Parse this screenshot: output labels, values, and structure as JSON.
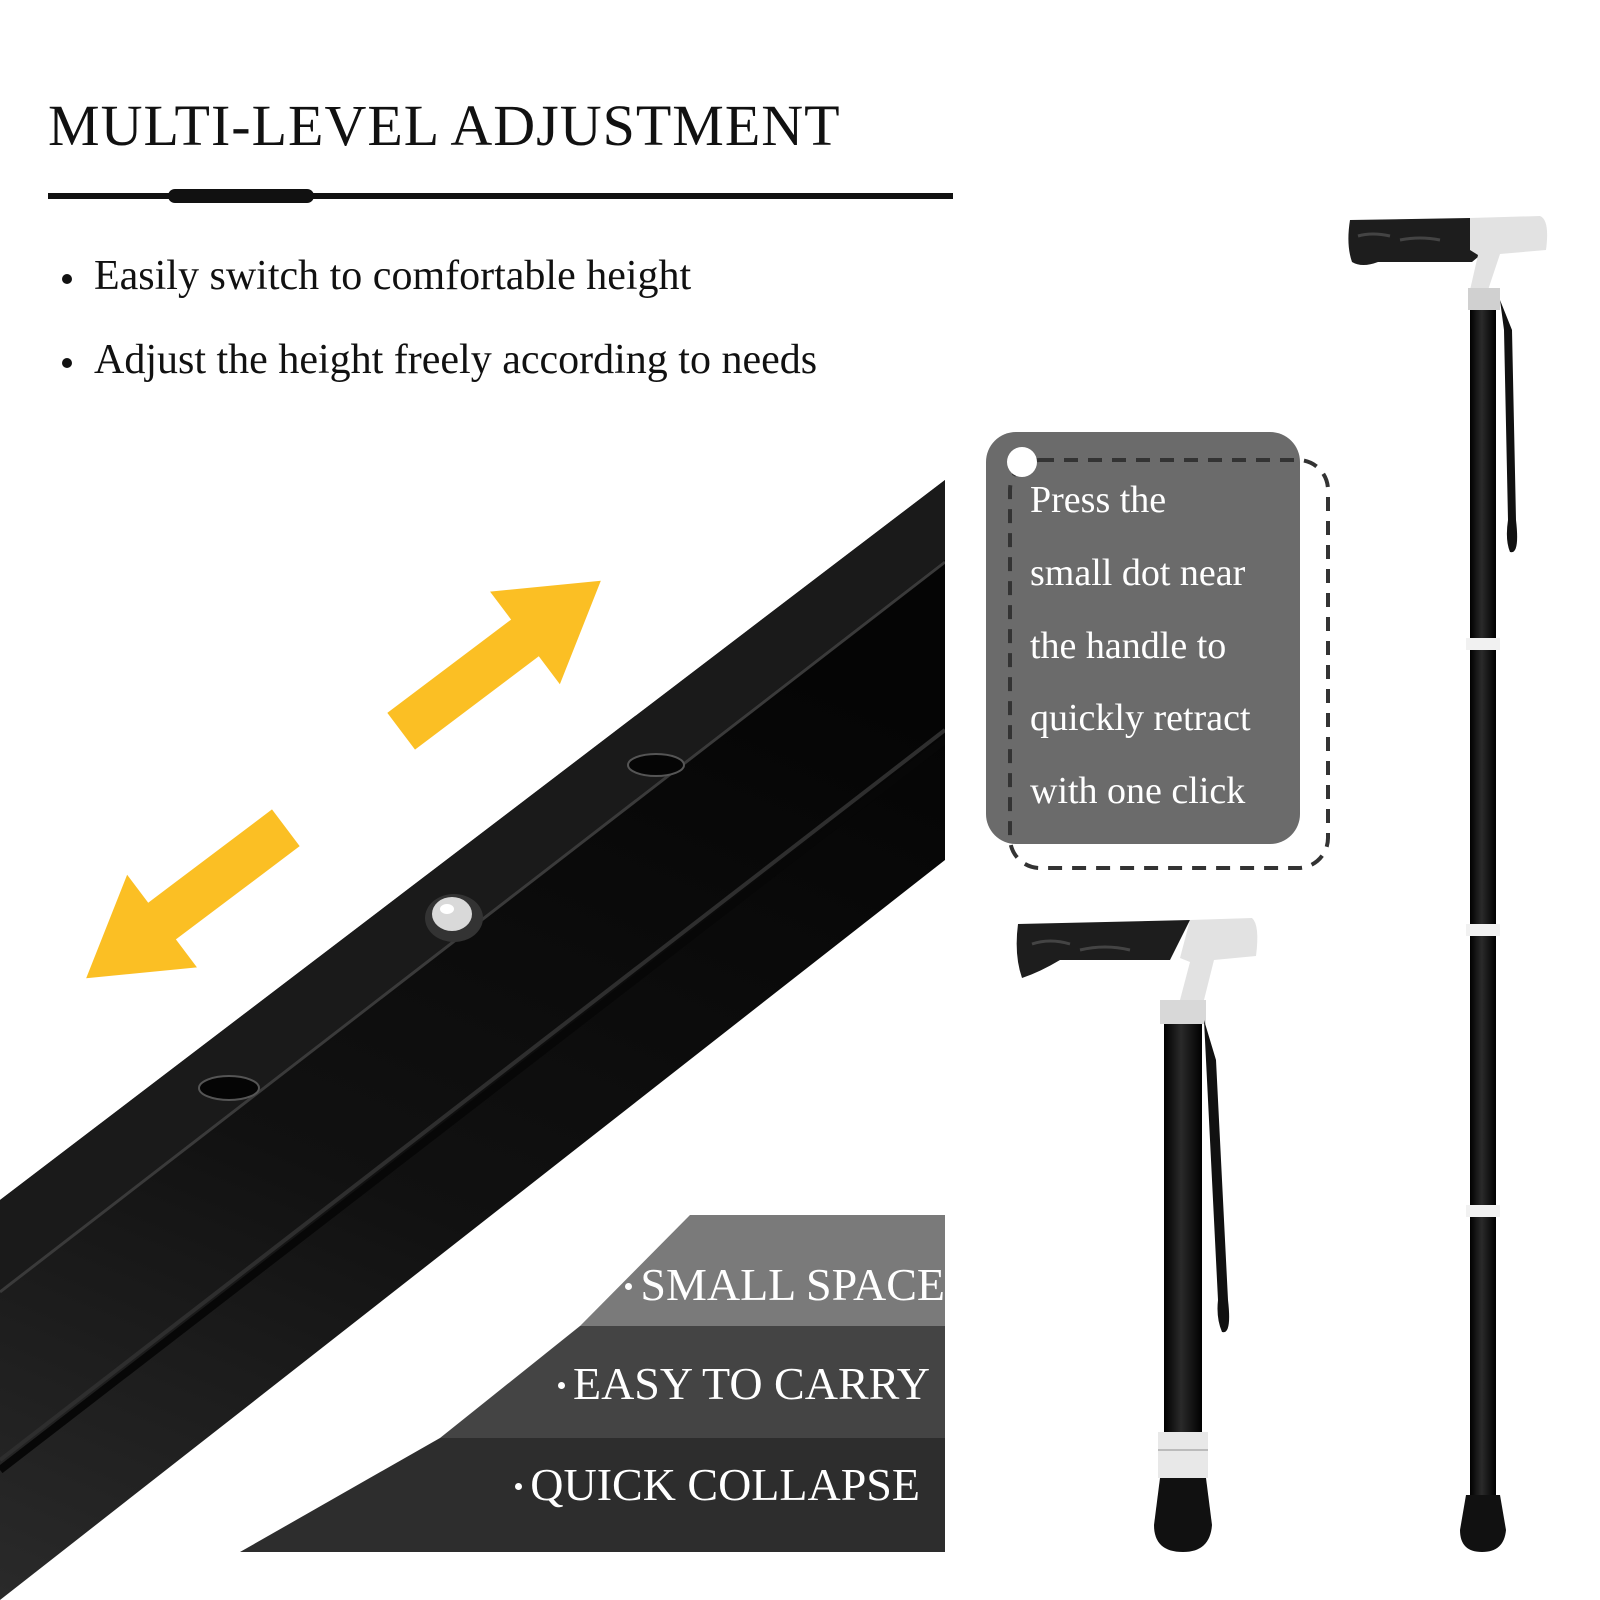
{
  "heading": "MULTI-LEVEL ADJUSTMENT",
  "bullets": [
    "Easily switch to comfortable height",
    "Adjust the height freely according to needs"
  ],
  "callout_lines": [
    "Press the",
    "small dot near",
    "the handle to",
    "quickly retract",
    "with one click"
  ],
  "features": [
    "SMALL SPACE",
    "EASY TO CARRY",
    "QUICK COLLAPSE"
  ],
  "colors": {
    "arrow": "#fbbf24",
    "pole": "#111111",
    "callout_bg": "#6b6b6b",
    "band_light": "#7a7a7a",
    "band_mid": "#444444",
    "band_dark": "#2d2d2d",
    "grip": "#1d1d1d",
    "grip_collar": "#e2e2e2"
  },
  "icons": [
    "arrow-up-right-icon",
    "arrow-down-left-icon"
  ]
}
